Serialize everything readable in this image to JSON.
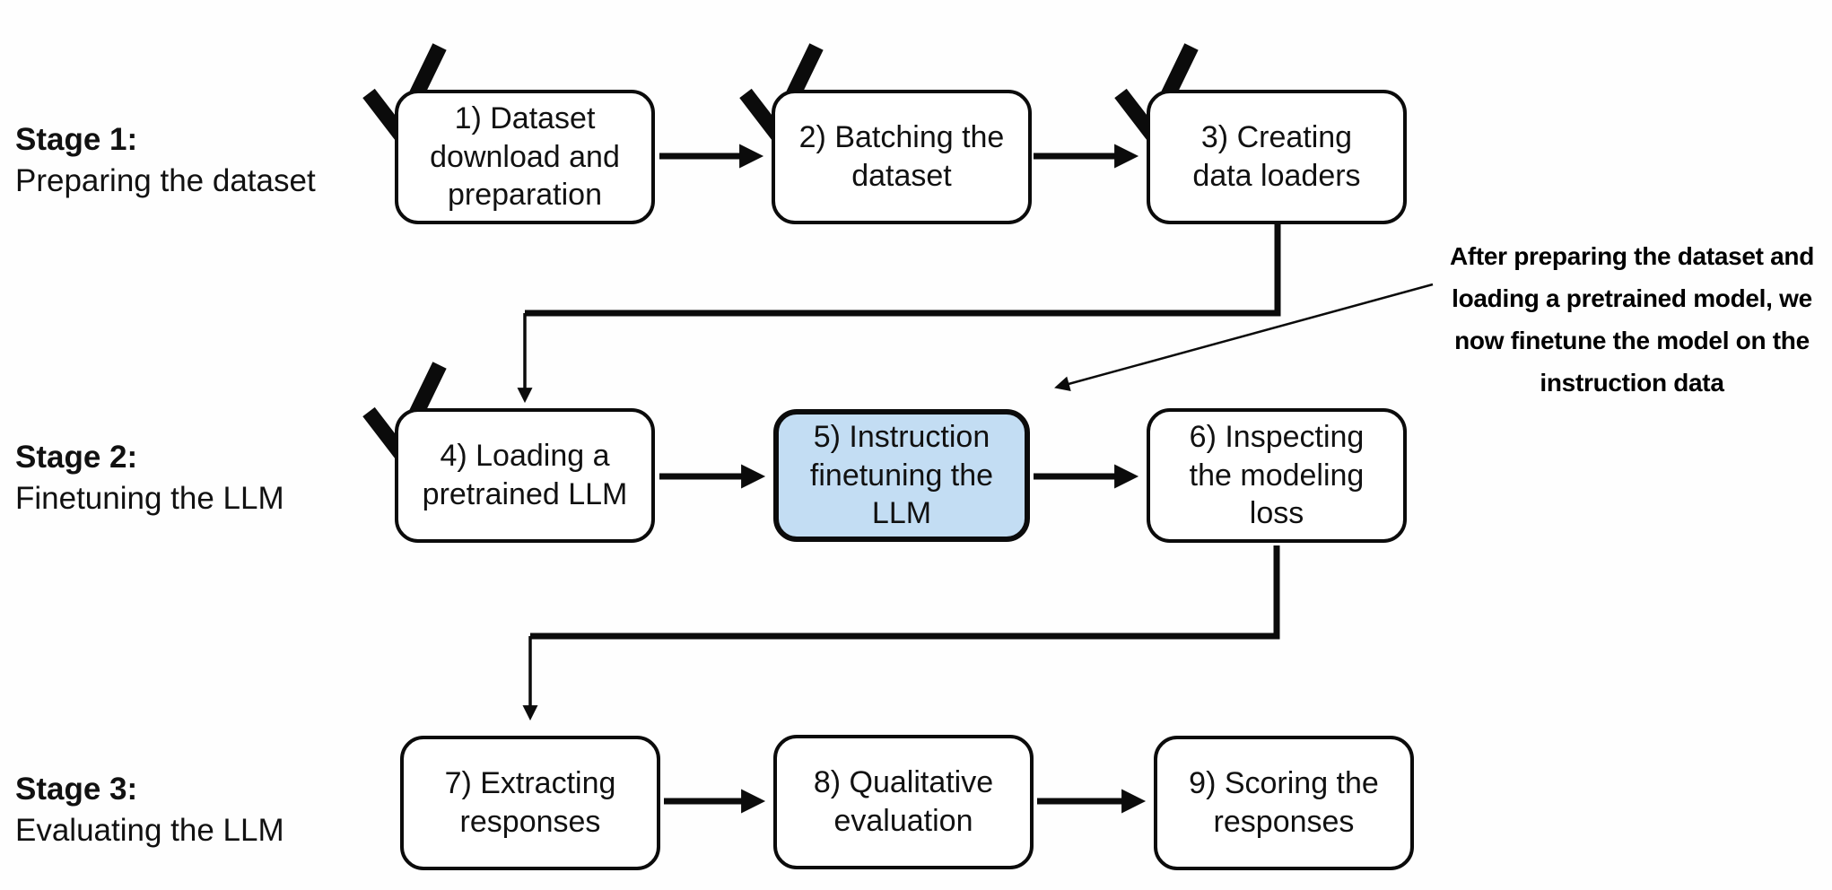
{
  "stages": [
    {
      "title": "Stage 1:",
      "subtitle": "Preparing the dataset"
    },
    {
      "title": "Stage 2:",
      "subtitle": "Finetuning the LLM"
    },
    {
      "title": "Stage 3:",
      "subtitle": "Evaluating the LLM"
    }
  ],
  "boxes": [
    {
      "label": "1) Dataset\ndownload and\npreparation",
      "checked": true,
      "highlighted": false
    },
    {
      "label": "2) Batching the\ndataset",
      "checked": true,
      "highlighted": false
    },
    {
      "label": "3) Creating\ndata loaders",
      "checked": true,
      "highlighted": false
    },
    {
      "label": "4) Loading a\npretrained LLM",
      "checked": true,
      "highlighted": false
    },
    {
      "label": "5) Instruction\nfinetuning the\nLLM",
      "checked": false,
      "highlighted": true
    },
    {
      "label": "6) Inspecting\nthe modeling\nloss",
      "checked": false,
      "highlighted": false
    },
    {
      "label": "7) Extracting\nresponses",
      "checked": false,
      "highlighted": false
    },
    {
      "label": "8) Qualitative\nevaluation",
      "checked": false,
      "highlighted": false
    },
    {
      "label": "9) Scoring the\nresponses",
      "checked": false,
      "highlighted": false
    }
  ],
  "annotation": {
    "text": "After preparing the dataset and\nloading a pretrained model, we\nnow finetune the model on the\ninstruction data"
  },
  "colors": {
    "highlight_fill": "#c3ddf3",
    "stroke": "#0b0b0b",
    "text": "#111111",
    "background": "#fefefe"
  }
}
